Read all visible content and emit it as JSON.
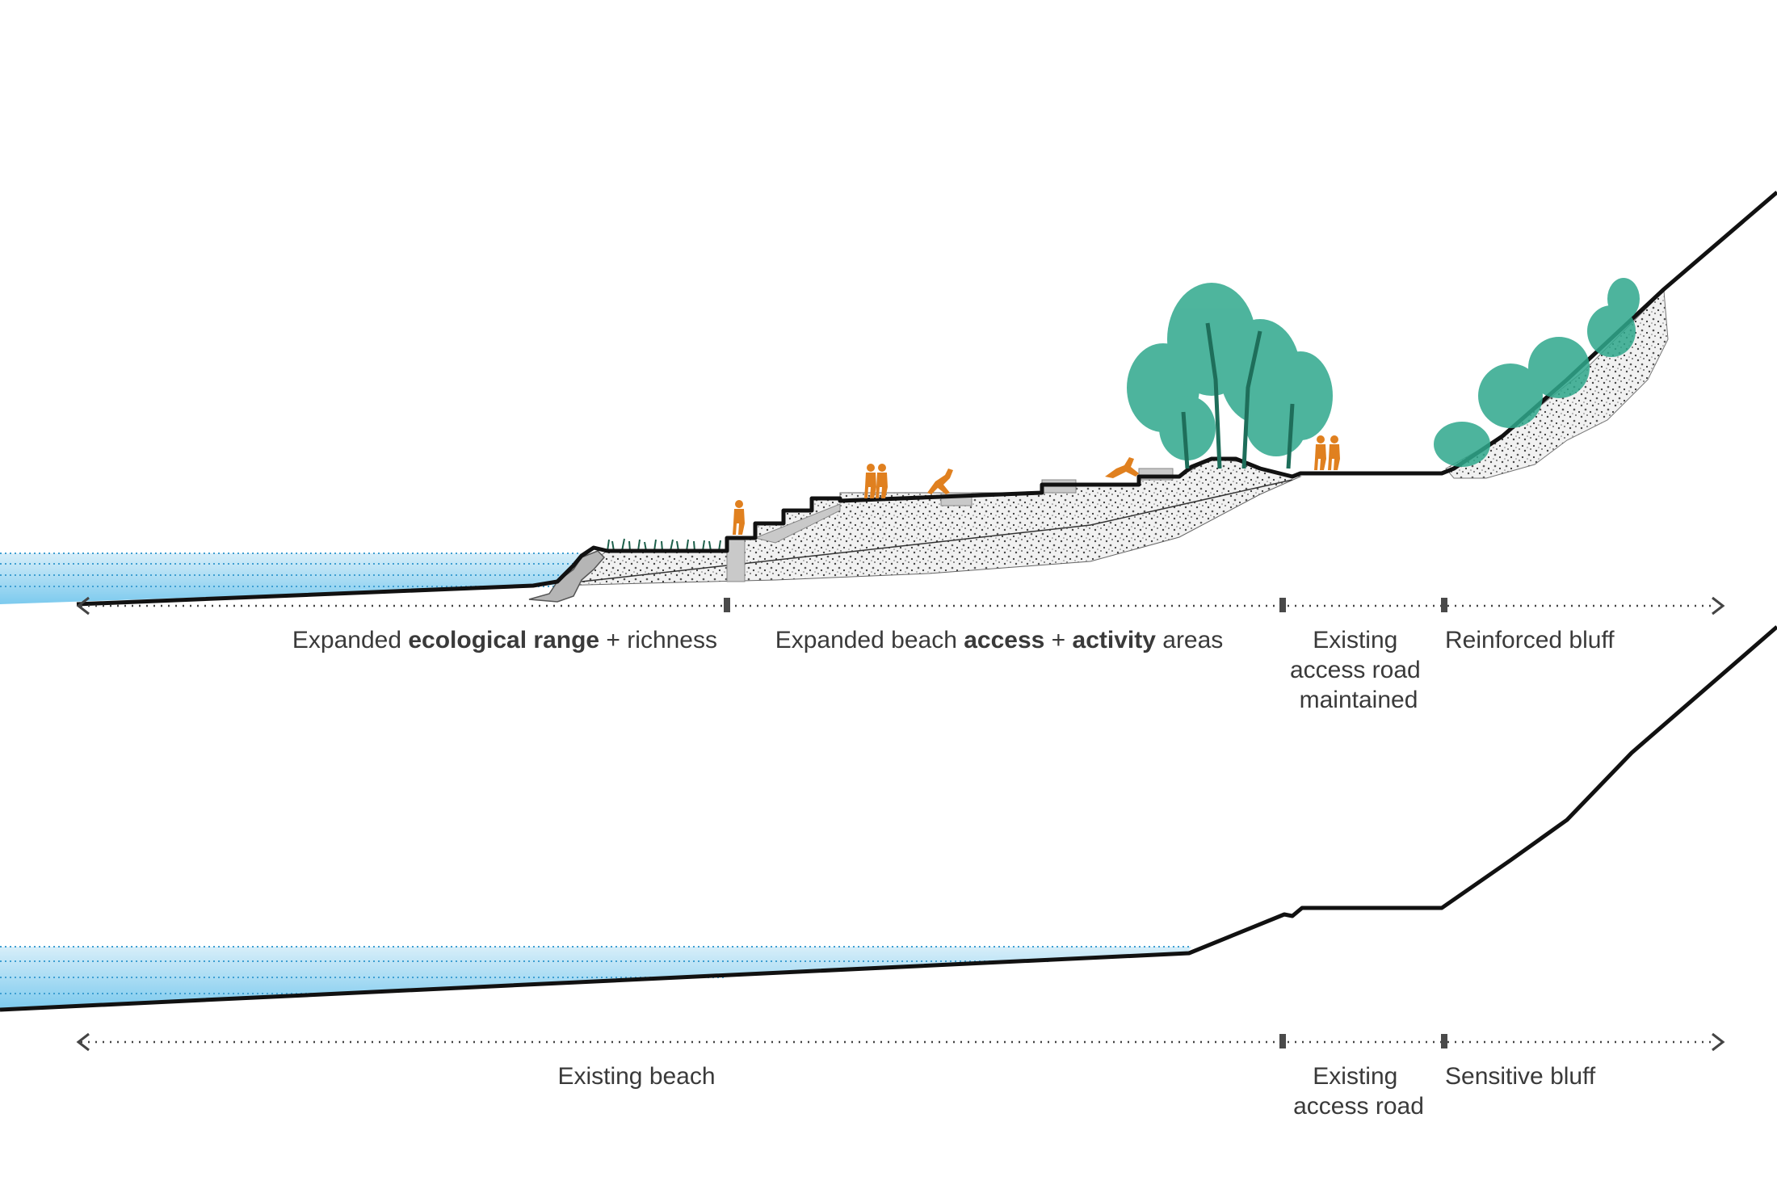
{
  "colors": {
    "water_light": "#cfeaf7",
    "water_deep": "#6fc3ea",
    "water_dots": "#4aa8d6",
    "tree_green": "#2aa58a",
    "tree_dark": "#1f7a66",
    "figure_orange": "#e0801f",
    "fill_stone": "#e9e9e9",
    "step_grey": "#c8c8c8",
    "ground_line": "#111111",
    "label_text": "#3a3a3a"
  },
  "icons": [
    "person-figure",
    "tree",
    "shrub",
    "tick-marker",
    "arrow-left",
    "arrow-right"
  ],
  "proposed": {
    "zones": [
      {
        "id": "ecological",
        "parts": [
          {
            "text": "Expanded ",
            "bold": false
          },
          {
            "text": "ecological range",
            "bold": true
          },
          {
            "text": " + richness",
            "bold": false
          }
        ]
      },
      {
        "id": "access",
        "parts": [
          {
            "text": "Expanded beach ",
            "bold": false
          },
          {
            "text": "access",
            "bold": true
          },
          {
            "text": " + ",
            "bold": false
          },
          {
            "text": "activity",
            "bold": true
          },
          {
            "text": " areas",
            "bold": false
          }
        ]
      },
      {
        "id": "road",
        "lines": [
          "Existing",
          "access road",
          "maintained"
        ]
      },
      {
        "id": "bluff",
        "text": "Reinforced bluff"
      }
    ]
  },
  "existing": {
    "zones": [
      {
        "id": "beach",
        "text": "Existing beach"
      },
      {
        "id": "road",
        "lines": [
          "Existing",
          "access road"
        ]
      },
      {
        "id": "bluff",
        "text": "Sensitive bluff"
      }
    ]
  }
}
